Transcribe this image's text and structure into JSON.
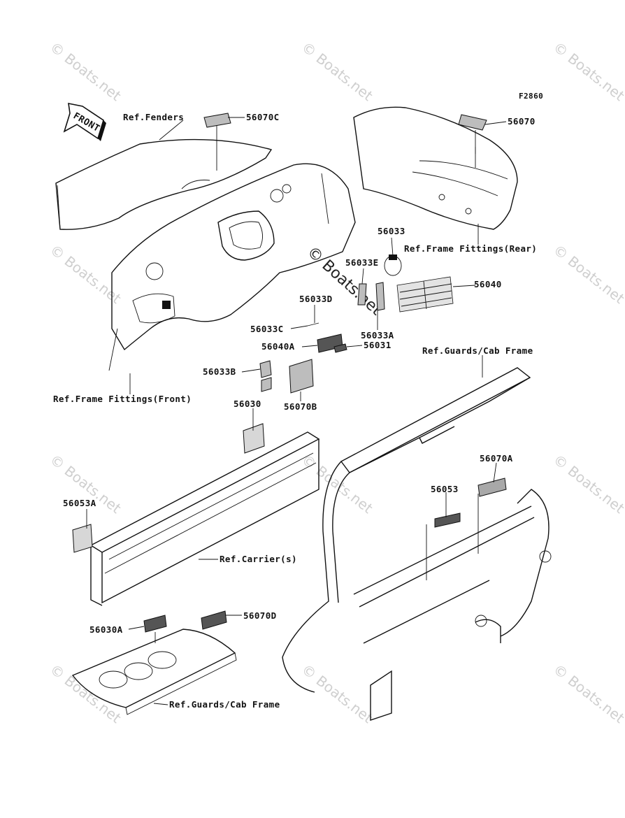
{
  "figure_code": "F2860",
  "front_arrow": "FRONT",
  "watermark": "© Boats.net",
  "labels": {
    "ref_fenders": "Ref.Fenders",
    "p56070C": "56070C",
    "p56070": "56070",
    "p56033": "56033",
    "ref_frame_rear": "Ref.Frame Fittings(Rear)",
    "p56033E": "56033E",
    "p56040": "56040",
    "p56033D": "56033D",
    "p56033C": "56033C",
    "p56033A": "56033A",
    "p56040A": "56040A",
    "p56031": "56031",
    "p56033B": "56033B",
    "p56070B": "56070B",
    "ref_guards_top": "Ref.Guards/Cab Frame",
    "ref_frame_front": "Ref.Frame Fittings(Front)",
    "p56030": "56030",
    "p56070A": "56070A",
    "p56053": "56053",
    "p56053A": "56053A",
    "ref_carrier": "Ref.Carrier(s)",
    "p56070D": "56070D",
    "p56030A": "56030A",
    "ref_guards_bottom": "Ref.Guards/Cab Frame"
  }
}
